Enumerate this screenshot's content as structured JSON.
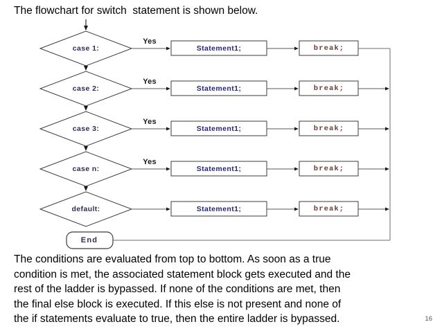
{
  "slide": {
    "intro": "The flowchart for switch  statement is shown below.",
    "page_number": "16",
    "body_lines": [
      "The conditions are evaluated from top to bottom. As soon as a true",
      "condition is met, the associated statement block gets executed and the",
      "rest of the ladder is bypassed. If none of the conditions are met, then",
      "the final else block is executed. If this else is not present and none of",
      "the if statements evaluate to true, then the entire ladder is bypassed."
    ]
  },
  "colors": {
    "condition_text": "#2f2f4f",
    "statement_text": "#262673",
    "break_text": "#6b3b32",
    "yes_text": "#1a1a1a",
    "stroke": "#3a3a3a",
    "line": "#6d6d6d",
    "background": "#ffffff"
  },
  "flowchart": {
    "rows": [
      {
        "condition": "case 1:",
        "yes_label": "Yes",
        "statement": "Statement1;",
        "break": "break;"
      },
      {
        "condition": "case 2:",
        "yes_label": "Yes",
        "statement": "Statement1;",
        "break": "break;"
      },
      {
        "condition": "case 3:",
        "yes_label": "Yes",
        "statement": "Statement1;",
        "break": "break;"
      },
      {
        "condition": "case n:",
        "yes_label": "Yes",
        "statement": "Statement1;",
        "break": "break;"
      },
      {
        "condition": "default:",
        "yes_label": "",
        "statement": "Statement1;",
        "break": "break;"
      }
    ],
    "end_node": "End"
  }
}
